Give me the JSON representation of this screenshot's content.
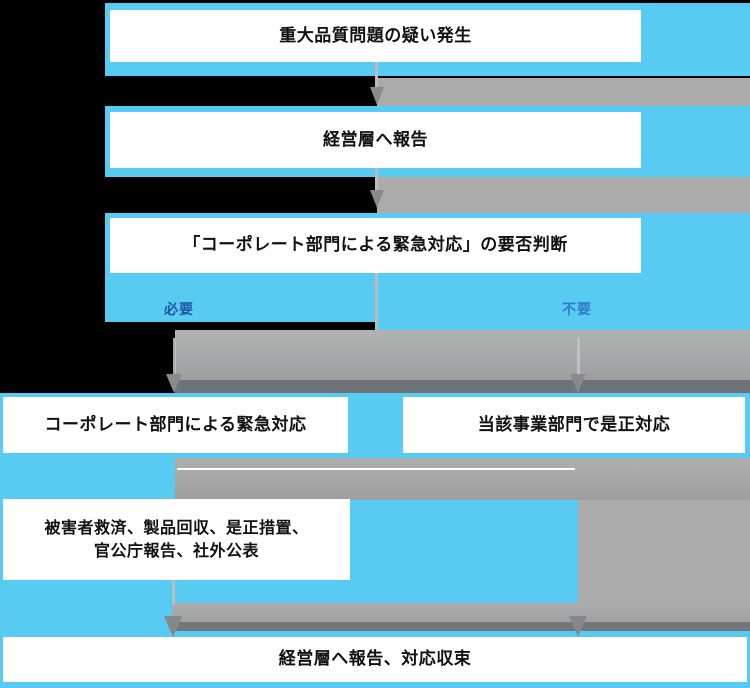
{
  "flow": {
    "boxes": {
      "start": "重大品質問題の疑い発生",
      "report": "経営層へ報告",
      "decision": "「コーポレート部門による緊急対応」の要否判断",
      "corporate": "コーポレート部門による緊急対応",
      "division": "当該事業部門で是正対応",
      "actions_line1": "被害者救済、製品回収、是正措置、",
      "actions_line2": "官公庁報告、社外公表",
      "end": "経営層へ報告、対応収束"
    },
    "branch_labels": {
      "yes": "必要",
      "no": "不要"
    },
    "colors": {
      "band": "#58CBF3",
      "connector": "#ABABAB",
      "connector_mid": "#9C9EA0",
      "connector_dark": "#6F7276",
      "connector_dark2": "#747679",
      "line": "#BDBDBD",
      "arrow": "#8A8A8A",
      "white_line": "#FFFFFF",
      "label_yes": "#1E56A8",
      "label_no": "#2E7CC6",
      "box_bg": "#FFFFFF",
      "text": "#111111",
      "background": "#000000"
    }
  }
}
